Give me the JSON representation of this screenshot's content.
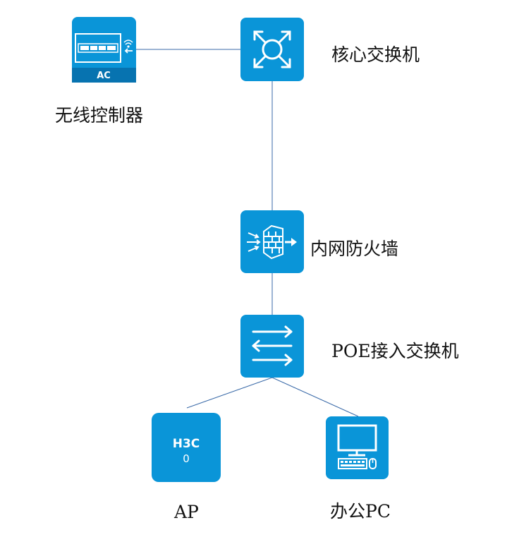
{
  "colors": {
    "device_blue": "#0a95d8",
    "link_line": "#3a6aa8",
    "icon_white": "#ffffff"
  },
  "nodes": {
    "wireless_controller": {
      "label": "无线控制器",
      "badge": "AC",
      "icon": "wireless-controller-icon"
    },
    "core_switch": {
      "label": "核心交换机",
      "icon": "core-switch-icon"
    },
    "firewall": {
      "label": "内网防火墙",
      "icon": "firewall-icon"
    },
    "poe_switch": {
      "label": "POE接入交换机",
      "icon": "access-switch-icon"
    },
    "access_point": {
      "label": "AP",
      "brand": "H3C",
      "sub": "0",
      "icon": "access-point-icon"
    },
    "office_pc": {
      "label": "办公PC",
      "icon": "pc-icon"
    }
  }
}
